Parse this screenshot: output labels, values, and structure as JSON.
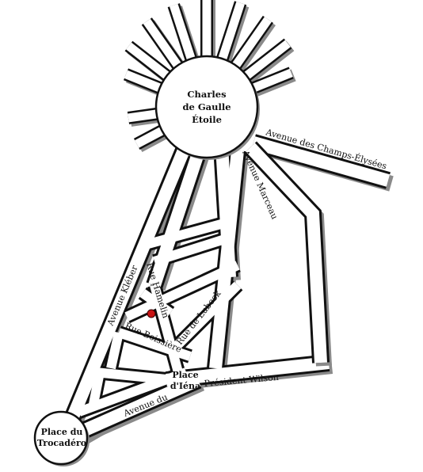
{
  "places": {
    "etoile": {
      "line1": "Charles",
      "line2": "de Gaulle",
      "line3": "Étoile"
    },
    "trocadero": {
      "line1": "Place du",
      "line2": "Trocadéro"
    },
    "iena": {
      "line1": "Place",
      "line2": "d'Iéna"
    }
  },
  "streets": {
    "champs_elysees": "Avenue des Champs-Élysées",
    "marceau": "Avenue Marceau",
    "kleber": "Avenue Kléber",
    "hamelin": "Rue Hamelin",
    "lubeck": "Rue de Lubeck",
    "boissiere": "Rue Boissière",
    "president_wilson": "Président Wilson",
    "avenue_du": "Avenue du"
  },
  "marker": {
    "color": "#c81414",
    "kind": "location-marker"
  },
  "colors": {
    "road_fill": "#ffffff",
    "road_edge": "#111111",
    "road_shadow": "#8a8a8a"
  }
}
